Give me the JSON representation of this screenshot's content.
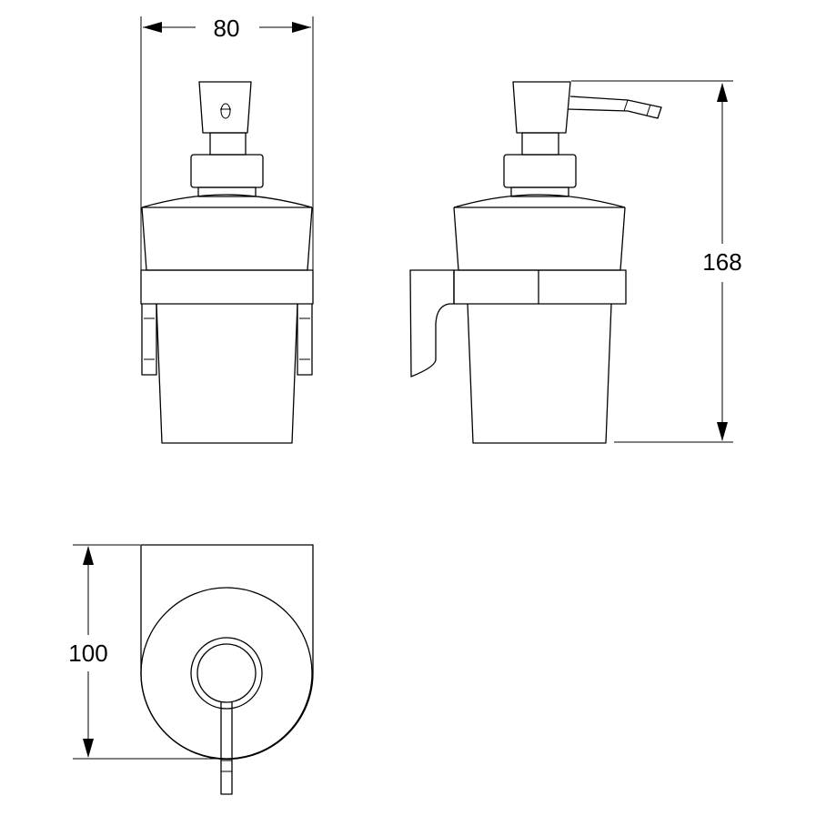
{
  "dimensions": {
    "width": "80",
    "height": "168",
    "depth": "100"
  },
  "colors": {
    "background": "#ffffff",
    "line": "#000000"
  }
}
